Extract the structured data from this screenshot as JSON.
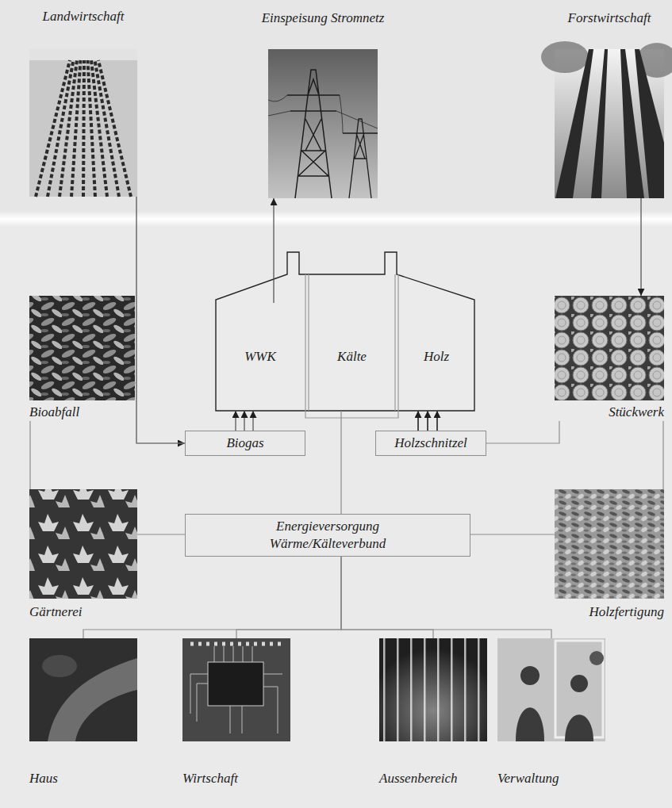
{
  "diagram": {
    "nodes": [
      {
        "text": [
          "Landwirtschaft"
        ]
      },
      {
        "text": [
          "Einspeisung Stromnetz"
        ]
      },
      {
        "text": [
          "Forstwirtschaft"
        ]
      },
      {
        "text": [
          "Bioabfall"
        ]
      },
      {
        "text": [
          "WWK"
        ]
      },
      {
        "text": [
          "Kälte"
        ]
      },
      {
        "text": [
          "Holz"
        ]
      },
      {
        "text": [
          "Stückwerk"
        ]
      },
      {
        "text": [
          "Biogas"
        ]
      },
      {
        "text": [
          "Holzschnitzel"
        ]
      },
      {
        "text": [
          "Gärtnerei"
        ]
      },
      {
        "text": [
          "Energieversorgung Wärme/Kälteverbund"
        ]
      },
      {
        "text": [
          "Holzfertigung"
        ]
      },
      {
        "text": [
          "Haus"
        ]
      },
      {
        "text": [
          "Wirtschaft"
        ]
      },
      {
        "text": [
          "Aussenbereich"
        ]
      },
      {
        "text": [
          "Verwaltung"
        ]
      }
    ],
    "edges": [
      {
        "from": 0,
        "to": 8,
        "arrow": "to"
      },
      {
        "from": 3,
        "to": 8,
        "arrow": "none"
      },
      {
        "from": 10,
        "to": 3,
        "arrow": "none"
      },
      {
        "from": 10,
        "to": 11,
        "arrow": "none"
      },
      {
        "from": 8,
        "to": 4,
        "arrow": "to"
      },
      {
        "from": 9,
        "to": 6,
        "arrow": "to"
      },
      {
        "from": 4,
        "to": 1,
        "arrow": "to"
      },
      {
        "from": 2,
        "to": 7,
        "arrow": "to"
      },
      {
        "from": 7,
        "to": 9,
        "arrow": "none"
      },
      {
        "from": 12,
        "to": 7,
        "arrow": "none"
      },
      {
        "from": 12,
        "to": 11,
        "arrow": "none"
      },
      {
        "from": 11,
        "to": 5,
        "arrow": "none"
      },
      {
        "from": 11,
        "to": 13,
        "arrow": "none"
      },
      {
        "from": 11,
        "to": 14,
        "arrow": "none"
      },
      {
        "from": 11,
        "to": 15,
        "arrow": "none"
      },
      {
        "from": 11,
        "to": 16,
        "arrow": "none"
      }
    ]
  }
}
